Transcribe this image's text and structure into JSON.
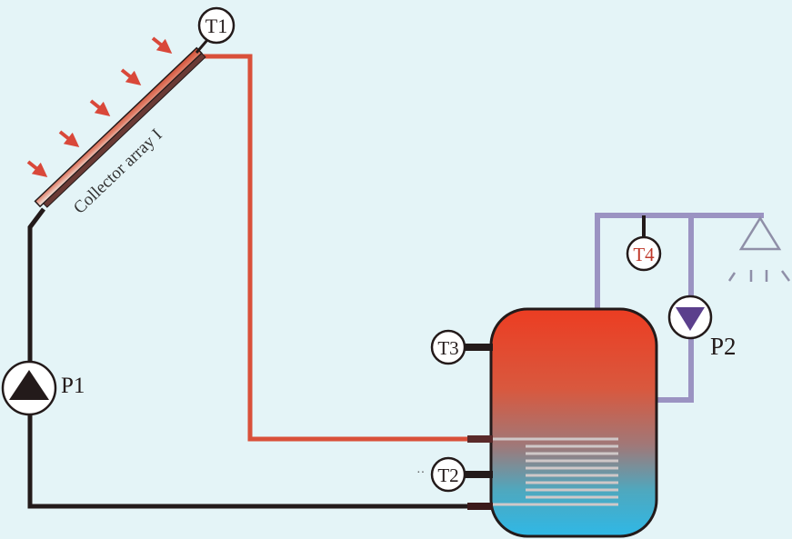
{
  "labels": {
    "collector": "Collector array I",
    "t1": "T1",
    "t2": "T2",
    "t3": "T3",
    "t4": "T4",
    "p1": "P1",
    "p2": "P2",
    "t2_dots": "··"
  },
  "colors": {
    "background": "#e4f4f7",
    "hot_pipe": "#d9503a",
    "cold_pipe": "#231a1a",
    "dhw_pipe": "#9b93c2",
    "tank_top": "#e8432a",
    "tank_bottom": "#34b6e2",
    "t4_label": "#c0392b",
    "arrow": "#d9483a"
  }
}
